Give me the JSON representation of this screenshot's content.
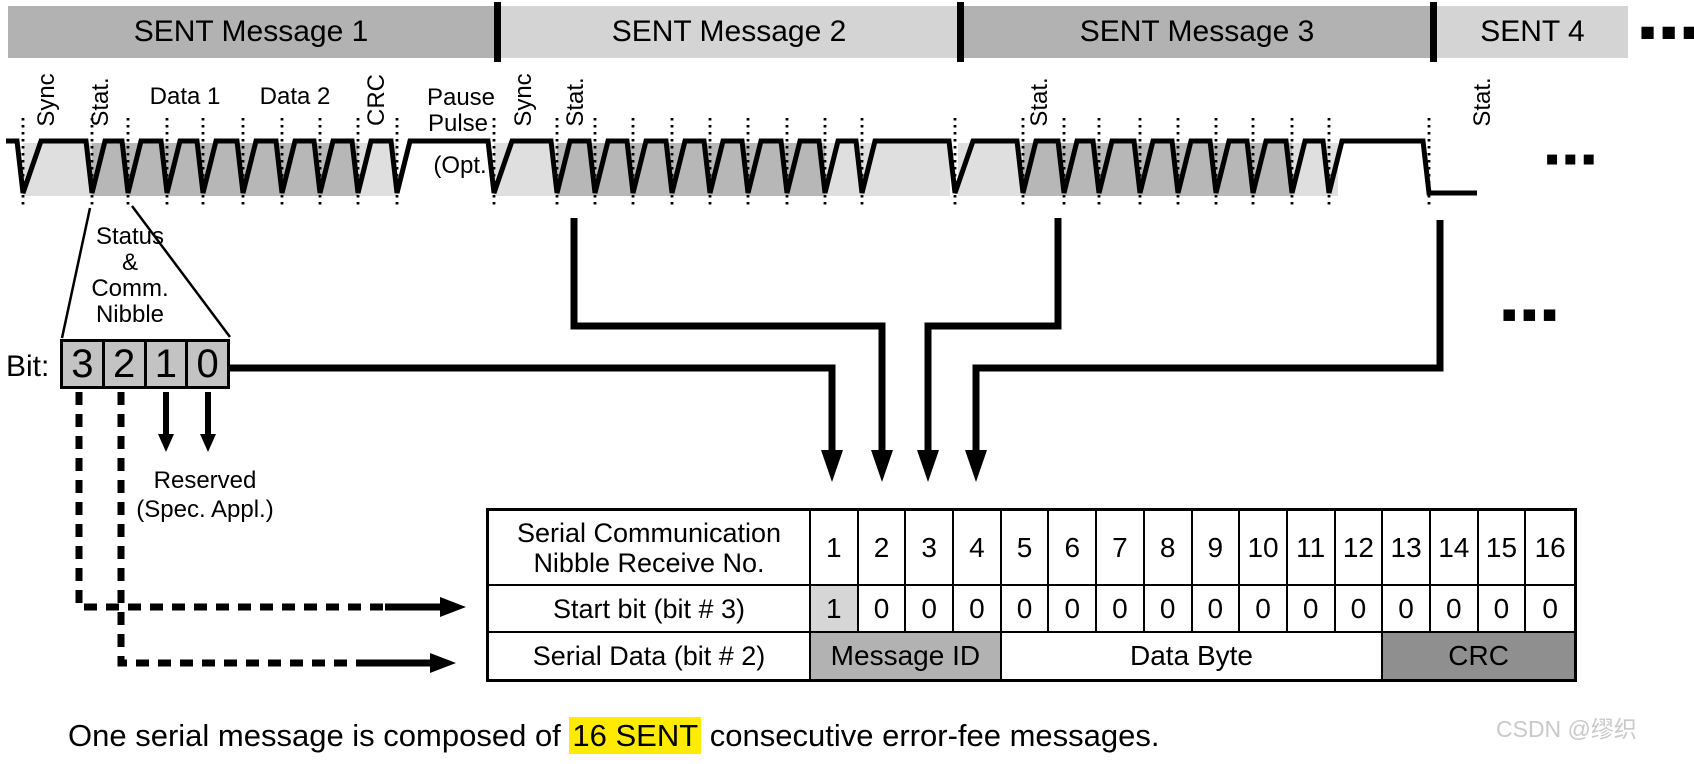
{
  "colors": {
    "bar_dark": "#b2b2b2",
    "bar_light": "#d4d4d4",
    "band_light": "#dfdfdf",
    "band_dark": "#b7b7b7",
    "bit_box_fill": "#c3c3c3",
    "start_bit_cell": "#d6d6d6",
    "message_id_fill": "#b2b2b2",
    "crc_fill": "#8f8f8f",
    "highlight": "#ffeb00",
    "watermark": "#c9c9c9"
  },
  "header": {
    "bars": [
      {
        "label": "SENT Message 1",
        "tone": "dark"
      },
      {
        "label": "SENT Message 2",
        "tone": "light"
      },
      {
        "label": "SENT Message 3",
        "tone": "dark"
      },
      {
        "label": "SENT 4",
        "tone": "light"
      }
    ],
    "ellipsis": "■■■"
  },
  "waveform": {
    "labels": {
      "sync1": "Sync",
      "stat1": "Stat.",
      "data1": "Data 1",
      "data2": "Data 2",
      "crc": "CRC",
      "pause1": "Pause",
      "pause2": "Pulse",
      "pause3": "(Opt.",
      "sync2": "Sync",
      "stat2": "Stat.",
      "stat3": "Stat.",
      "stat4": "Stat."
    },
    "ellipsis_mid": "■■■",
    "ellipsis_low": "■■■"
  },
  "nibble_breakout": {
    "funnel": [
      "Status",
      "&",
      "Comm.",
      "Nibble"
    ],
    "bit_label": "Bit:",
    "bits": [
      "3",
      "2",
      "1",
      "0"
    ],
    "reserved": [
      "Reserved",
      "(Spec. Appl.)"
    ]
  },
  "table": {
    "row_header": [
      "Serial Communication",
      "Nibble Receive No."
    ],
    "columns": [
      "1",
      "2",
      "3",
      "4",
      "5",
      "6",
      "7",
      "8",
      "9",
      "10",
      "11",
      "12",
      "13",
      "14",
      "15",
      "16"
    ],
    "start_bit_row": {
      "label": "Start bit (bit # 3)",
      "values": [
        "1",
        "0",
        "0",
        "0",
        "0",
        "0",
        "0",
        "0",
        "0",
        "0",
        "0",
        "0",
        "0",
        "0",
        "0",
        "0"
      ]
    },
    "serial_data_row": {
      "label": "Serial Data (bit # 2)",
      "spans": [
        {
          "label": "Message ID",
          "cols": 4,
          "tone": "mid"
        },
        {
          "label": "Data Byte",
          "cols": 8,
          "tone": "white"
        },
        {
          "label": "CRC",
          "cols": 4,
          "tone": "dark"
        }
      ]
    }
  },
  "footer": {
    "prefix": "One serial message is composed of ",
    "highlight": "16 SENT",
    "suffix": " consecutive error-fee messages."
  },
  "watermark": "CSDN @缪织"
}
